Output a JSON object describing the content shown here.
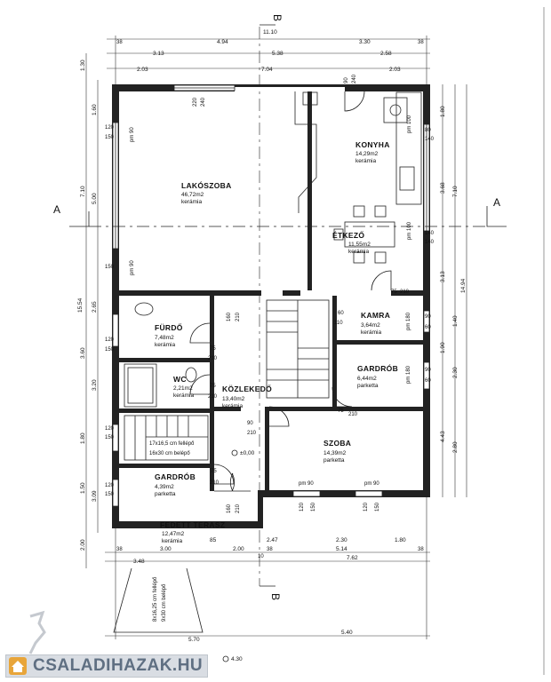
{
  "rooms": {
    "lakoszoba": {
      "name": "LAKÓSZOBA",
      "area": "46,72m2",
      "floor": "kerámia"
    },
    "konyha": {
      "name": "KONYHA",
      "area": "14,29m2",
      "floor": "kerámia"
    },
    "etkezo": {
      "name": "ÉTKEZŐ",
      "area": "11,55m2",
      "floor": "kerámia"
    },
    "furdo": {
      "name": "FÜRDŐ",
      "area": "7,48m2",
      "floor": "kerámia"
    },
    "kamra": {
      "name": "KAMRA",
      "area": "3,64m2",
      "floor": "kerámia"
    },
    "gardrob1": {
      "name": "GARDRÓB",
      "area": "6,44m2",
      "floor": "parketta"
    },
    "wc": {
      "name": "WC",
      "area": "2,21m2",
      "floor": "kerámia"
    },
    "kozlekedo": {
      "name": "KÖZLEKEDŐ",
      "area": "13,40m2",
      "floor": "kerámia"
    },
    "szoba": {
      "name": "SZOBA",
      "area": "14,39m2",
      "floor": "parketta"
    },
    "gardrob2": {
      "name": "GARDRÓB",
      "area": "4,39m2",
      "floor": "parketta"
    },
    "terasz": {
      "name": "FEDETT TERASZ",
      "area": "12,47m2",
      "floor": "kerámia"
    }
  },
  "section_markers": {
    "a_left": "A",
    "a_right": "A",
    "b_top": "B",
    "b_bottom": "B"
  },
  "top_dims": {
    "row1": [
      "4.94",
      "3.30"
    ],
    "row2": [
      "3.13",
      "5.38",
      "2.58"
    ],
    "row3": [
      "2.03",
      "7.04",
      "2.03"
    ],
    "total": "11.10",
    "small": [
      "38",
      "38"
    ]
  },
  "bottom_dims": {
    "row1": [
      "3.00",
      "85",
      "2.00",
      "2.47",
      "2.30",
      "1.80"
    ],
    "row2": [
      "3.48",
      "7.62"
    ],
    "row2b": "5.14",
    "row3": [
      "5.70",
      "5.40"
    ],
    "small": [
      "38",
      "38",
      "10",
      "38"
    ]
  },
  "left_dims": [
    "1.30",
    "1.60",
    "7.10",
    "5.00",
    "15.54",
    "2.65",
    "3.60",
    "3.20",
    "1.80",
    "1.50",
    "2.00",
    "3.09"
  ],
  "right_dims": [
    "1.80",
    "3.68",
    "7.10",
    "3.13",
    "1.40",
    "1.90",
    "2.30",
    "4.43",
    "2.80",
    "14.94"
  ],
  "openings": {
    "o1": "220",
    "o2": "240",
    "o3": "90",
    "o4": "240",
    "o5": "pm 100",
    "o6": "80",
    "o7": "140",
    "o8": "pm 100",
    "o9": "140",
    "o10": "140",
    "o11": "pm 90",
    "o12": "120",
    "o13": "150",
    "o14": "pm 90",
    "o15": "150",
    "o16": "75",
    "o17": "210",
    "o18": "160",
    "o19": "210",
    "o20": "60",
    "o21": "110",
    "o22": "pm 180",
    "o23": "90",
    "o24": "60",
    "o25": "pm 180",
    "o26": "90",
    "o27": "60",
    "o28": "75",
    "o29": "210",
    "o30": "75",
    "o31": "210",
    "o32": "90",
    "o33": "210",
    "o34": "75",
    "o35": "210",
    "o36": "pm 90",
    "o37": "pm 90",
    "o38": "120",
    "o39": "150",
    "o40": "120",
    "o41": "150",
    "o42": "160",
    "o43": "210",
    "o44": "75",
    "o45": "210",
    "o46": "120",
    "o47": "150",
    "o48": "120",
    "o49": "150",
    "o50": "120",
    "o51": "150"
  },
  "stairs": {
    "line1": "17x16,5 cm fellépő",
    "line2": "16x30 cm belépő"
  },
  "entrance_stairs": {
    "line1": "8x16,25 cm fellépő",
    "line2": "9x30 cm belépő"
  },
  "level": "±0,00",
  "bottom_marker": "4.30",
  "brand": "CSALADIHAZAK.HU",
  "colors": {
    "wall": "#222222",
    "brand_bg": "#d9dde3",
    "brand_text": "#5f6f82"
  }
}
